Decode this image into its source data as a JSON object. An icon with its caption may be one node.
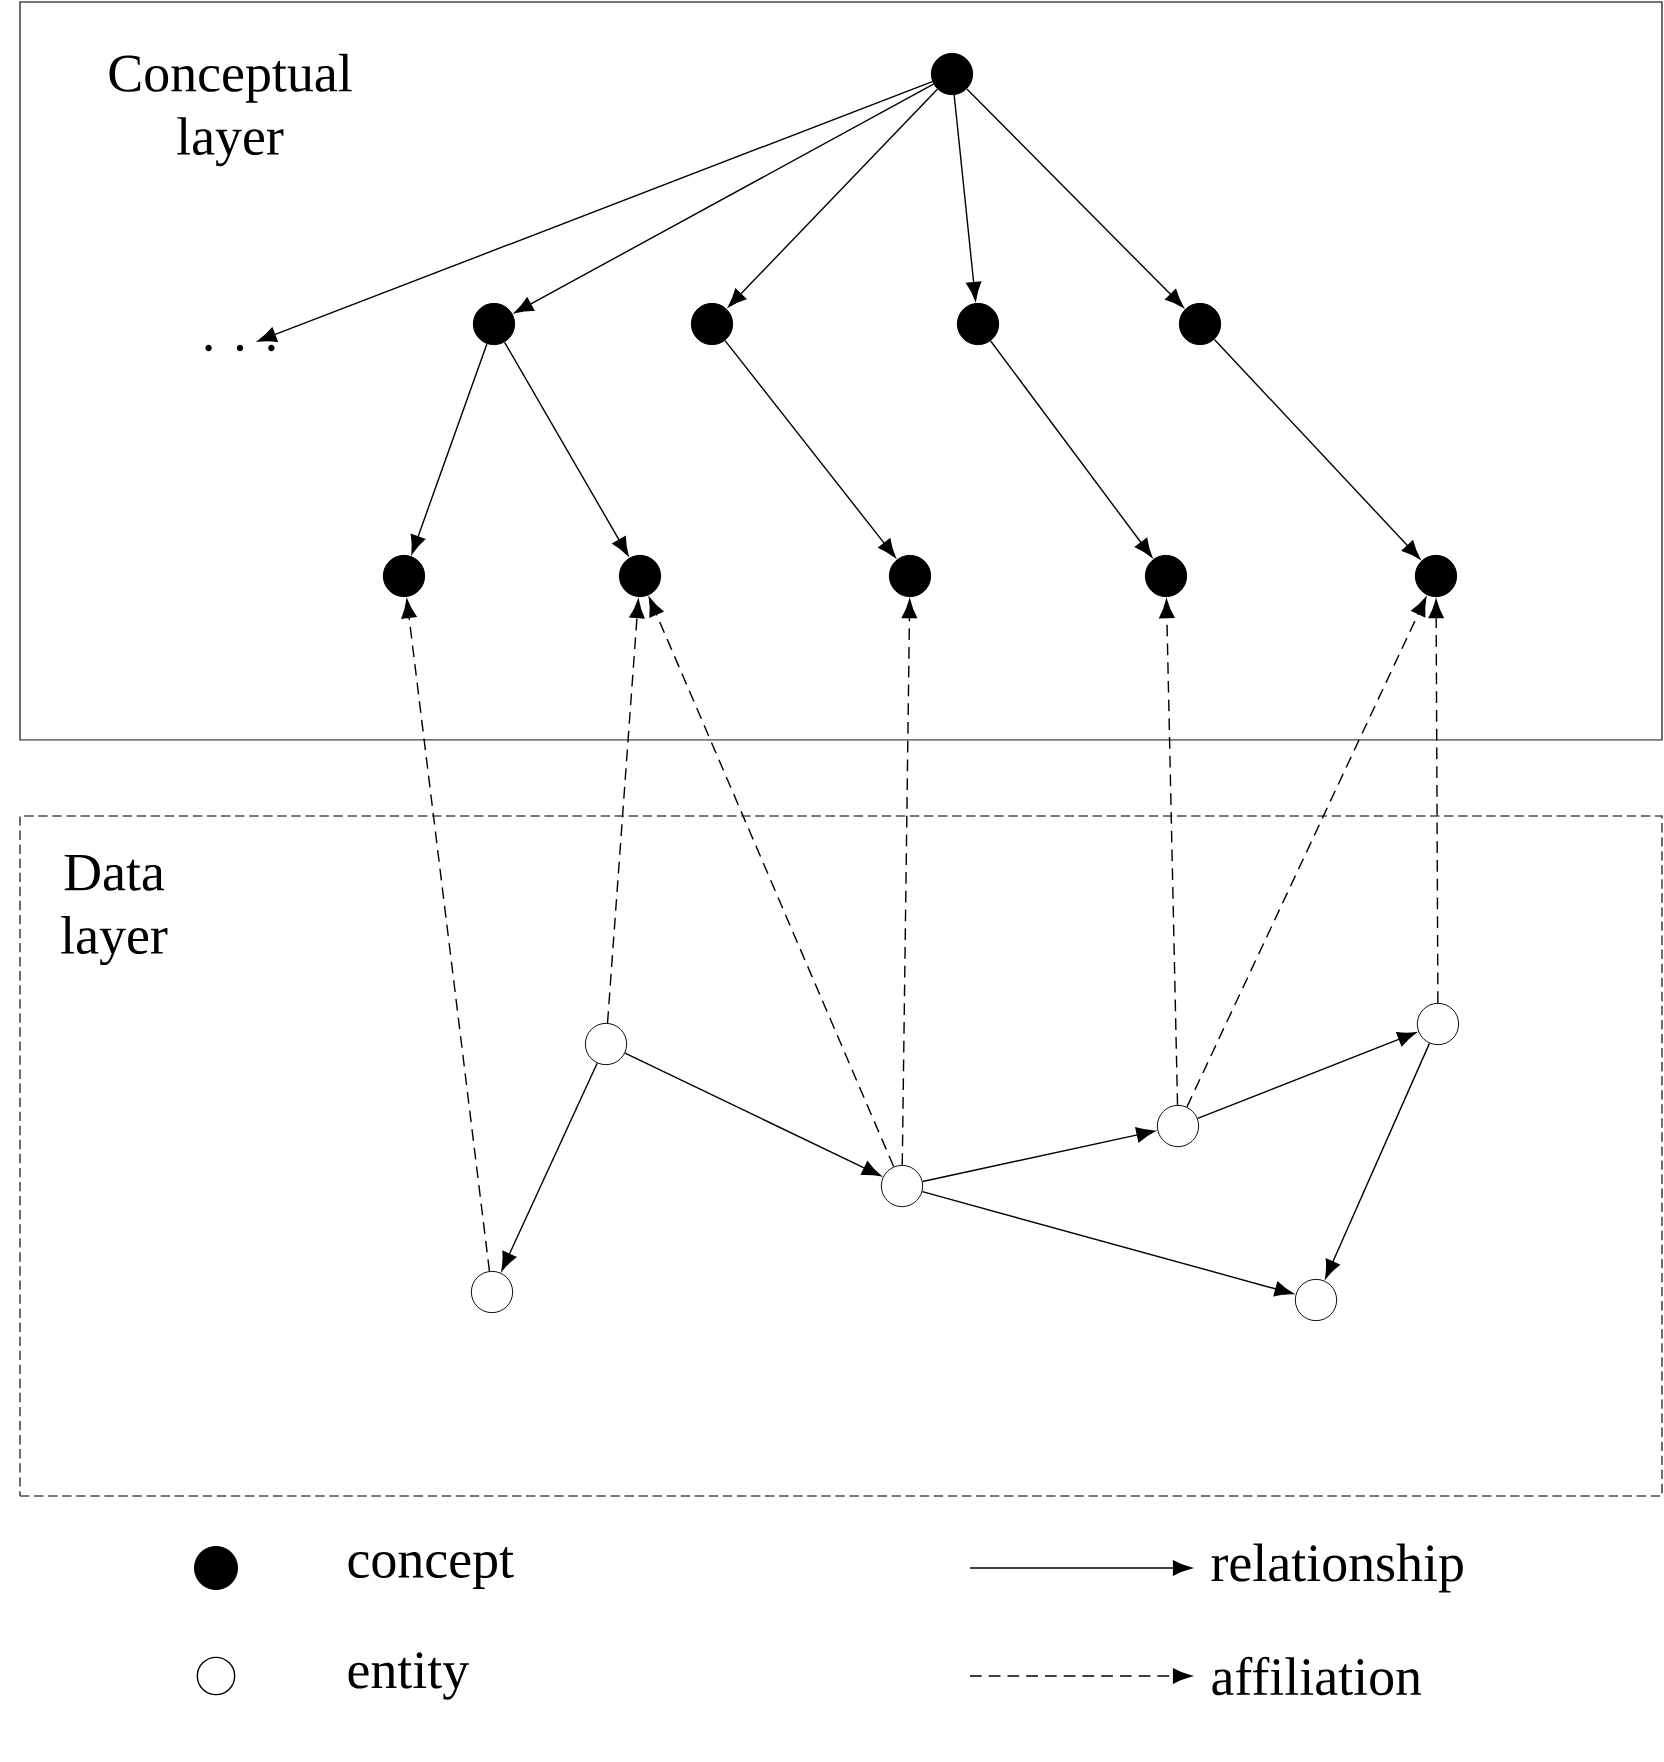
{
  "diagram": {
    "nodes": [
      {
        "text": [
          "Conceptual layer"
        ]
      },
      {
        "text": [
          "Data layer"
        ]
      },
      {
        "text": [],
        "shape": "circle",
        "in": 0
      },
      {
        "text": [
          ". . ."
        ],
        "in": 0
      },
      {
        "text": [],
        "shape": "circle",
        "in": 0
      },
      {
        "text": [],
        "shape": "circle",
        "in": 0
      },
      {
        "text": [],
        "shape": "circle",
        "in": 0
      },
      {
        "text": [],
        "shape": "circle",
        "in": 0
      },
      {
        "text": [],
        "shape": "circle",
        "in": 0
      },
      {
        "text": [],
        "shape": "circle",
        "in": 0
      },
      {
        "text": [],
        "shape": "circle",
        "in": 0
      },
      {
        "text": [],
        "shape": "circle",
        "in": 0
      },
      {
        "text": [],
        "shape": "circle",
        "in": 0
      },
      {
        "text": [],
        "shape": "circle",
        "in": 1
      },
      {
        "text": [],
        "shape": "circle",
        "in": 1
      },
      {
        "text": [],
        "shape": "circle",
        "in": 1
      },
      {
        "text": [],
        "shape": "circle",
        "in": 1
      },
      {
        "text": [],
        "shape": "circle",
        "in": 1
      },
      {
        "text": [],
        "shape": "circle",
        "in": 1
      }
    ],
    "edges": [
      {
        "from": 2,
        "to": 3,
        "arrow": "to"
      },
      {
        "from": 2,
        "to": 4,
        "arrow": "to"
      },
      {
        "from": 2,
        "to": 5,
        "arrow": "to"
      },
      {
        "from": 2,
        "to": 6,
        "arrow": "to"
      },
      {
        "from": 2,
        "to": 7,
        "arrow": "to"
      },
      {
        "from": 4,
        "to": 8,
        "arrow": "to"
      },
      {
        "from": 4,
        "to": 9,
        "arrow": "to"
      },
      {
        "from": 5,
        "to": 10,
        "arrow": "to"
      },
      {
        "from": 6,
        "to": 11,
        "arrow": "to"
      },
      {
        "from": 7,
        "to": 12,
        "arrow": "to"
      },
      {
        "from": 13,
        "to": 14,
        "arrow": "to"
      },
      {
        "from": 13,
        "to": 16,
        "arrow": "to"
      },
      {
        "from": 16,
        "to": 17,
        "arrow": "to"
      },
      {
        "from": 16,
        "to": 18,
        "arrow": "to"
      },
      {
        "from": 17,
        "to": 15,
        "arrow": "to"
      },
      {
        "from": 15,
        "to": 18,
        "arrow": "to"
      },
      {
        "from": 14,
        "to": 8,
        "arrow": "to",
        "style": "dashed"
      },
      {
        "from": 13,
        "to": 9,
        "arrow": "to",
        "style": "dashed"
      },
      {
        "from": 16,
        "to": 9,
        "arrow": "to",
        "style": "dashed"
      },
      {
        "from": 16,
        "to": 10,
        "arrow": "to",
        "style": "dashed"
      },
      {
        "from": 17,
        "to": 11,
        "arrow": "to",
        "style": "dashed"
      },
      {
        "from": 17,
        "to": 12,
        "arrow": "to",
        "style": "dashed"
      },
      {
        "from": 15,
        "to": 12,
        "arrow": "to",
        "style": "dashed"
      }
    ],
    "legend": [
      {
        "text": "concept"
      },
      {
        "text": "relationship"
      },
      {
        "text": "entity"
      },
      {
        "text": "affiliation"
      }
    ]
  }
}
